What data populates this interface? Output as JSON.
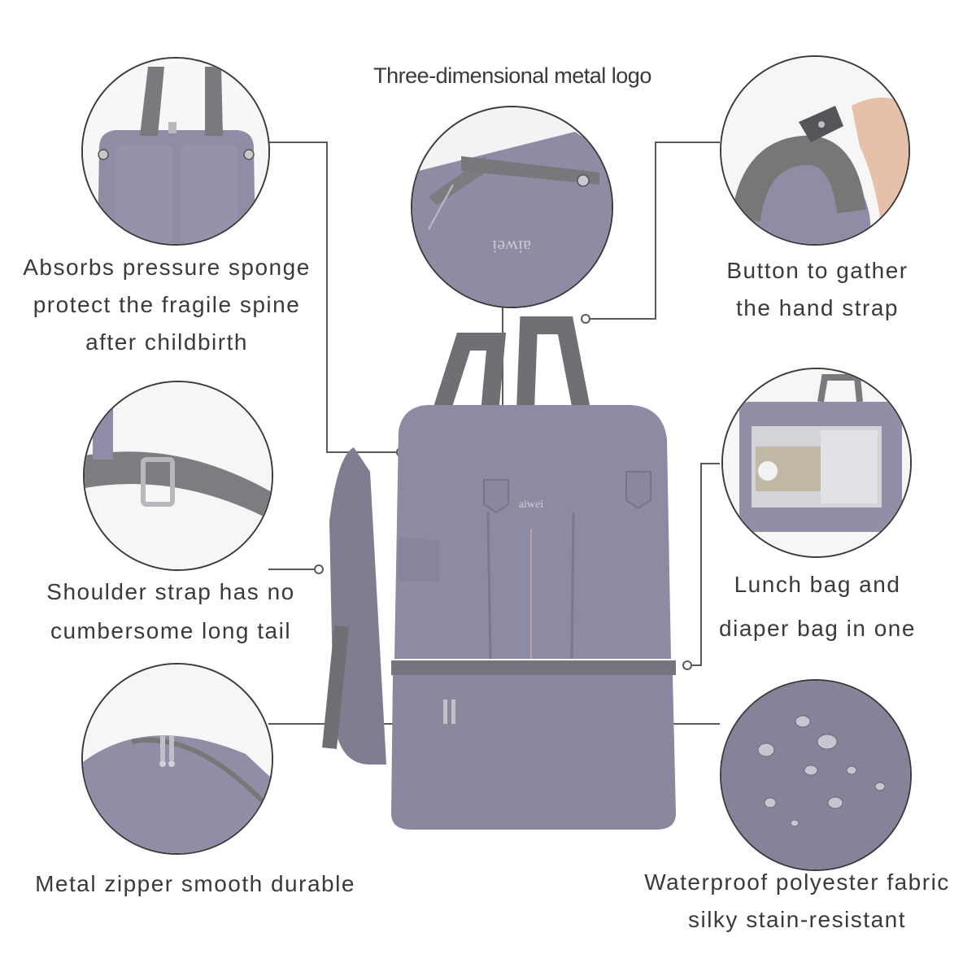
{
  "captions": {
    "logo": "Three-dimensional metal logo",
    "sponge": [
      "Absorbs pressure sponge",
      "protect the fragile spine",
      "after childbirth"
    ],
    "button": [
      "Button to gather",
      "the hand strap"
    ],
    "shoulder": [
      "Shoulder strap has no",
      "cumbersome long tail"
    ],
    "lunch": [
      "Lunch bag and",
      "diaper bag in one"
    ],
    "zipper": [
      "Metal zipper smooth durable"
    ],
    "fabric": [
      "Waterproof polyester fabric",
      "silky stain-resistant"
    ]
  },
  "brand_logo": "aiwei",
  "colors": {
    "bag": "#8d8ba4",
    "strap": "#7c7c80",
    "line": "#555555",
    "text": "#3a3a3a"
  }
}
